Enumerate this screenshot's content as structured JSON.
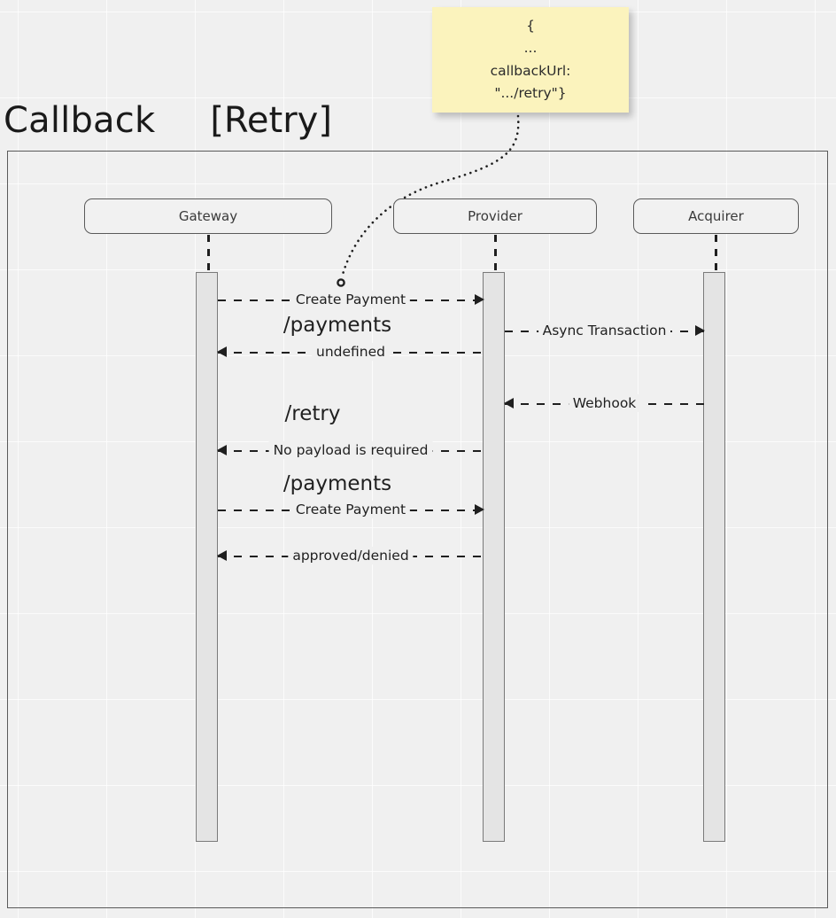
{
  "diagram": {
    "title": "Callback",
    "guard": "[Retry]",
    "type": "uml-sequence-diagram"
  },
  "note": {
    "name": "callback-url-note",
    "lines": [
      "{",
      "...",
      "callbackUrl:",
      "\".../retry\"}"
    ],
    "color": "#fbf3bd"
  },
  "participants": [
    {
      "id": "gateway",
      "label": "Gateway"
    },
    {
      "id": "provider",
      "label": "Provider"
    },
    {
      "id": "acquirer",
      "label": "Acquirer"
    }
  ],
  "messages": [
    {
      "id": "m1",
      "label": "Create Payment",
      "from": "gateway",
      "to": "provider",
      "direction": "right",
      "style": "dashed"
    },
    {
      "id": "m2",
      "label": "Async Transaction",
      "from": "provider",
      "to": "acquirer",
      "direction": "right",
      "style": "dashed"
    },
    {
      "id": "m3",
      "label": "undefined",
      "from": "provider",
      "to": "gateway",
      "direction": "left",
      "style": "dashed"
    },
    {
      "id": "m4",
      "label": "Webhook",
      "from": "acquirer",
      "to": "provider",
      "direction": "left",
      "style": "dashed"
    },
    {
      "id": "m5",
      "label": "No payload is required",
      "from": "provider",
      "to": "gateway",
      "direction": "left",
      "style": "dashed"
    },
    {
      "id": "m6",
      "label": "Create Payment",
      "from": "gateway",
      "to": "provider",
      "direction": "right",
      "style": "dashed"
    },
    {
      "id": "m7",
      "label": "approved/denied",
      "from": "provider",
      "to": "gateway",
      "direction": "left",
      "style": "dashed"
    }
  ],
  "path_labels": [
    {
      "id": "p1",
      "text": "/payments"
    },
    {
      "id": "p2",
      "text": "/retry"
    },
    {
      "id": "p3",
      "text": "/payments"
    }
  ],
  "colors": {
    "background": "#f0f0f0",
    "frame_border": "#5a5a5a",
    "note_fill": "#fbf3bd",
    "activation_fill": "#e4e4e4",
    "activation_border": "#7a7a7a",
    "text": "#1f1f1f",
    "participant_text": "#3a3a3a"
  }
}
